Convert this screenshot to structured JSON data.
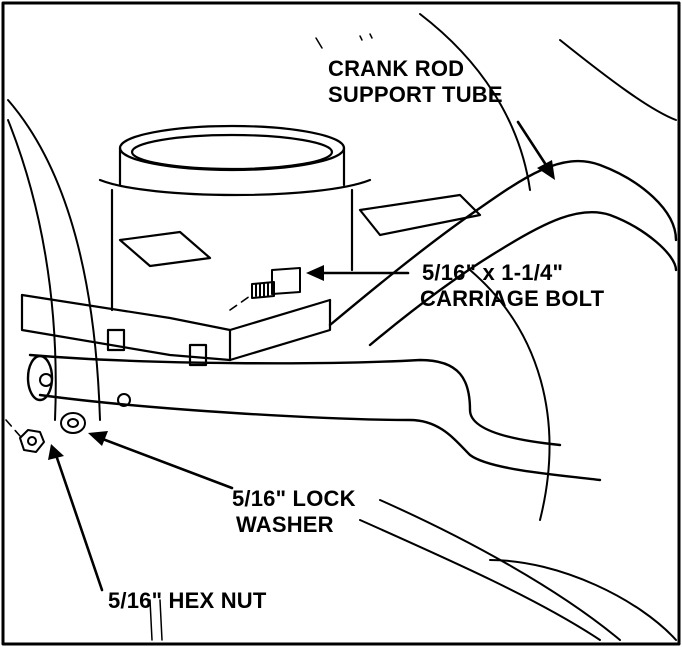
{
  "figure": {
    "ink_color": "#000000",
    "paper_color": "#ffffff",
    "callouts": {
      "crank_rod": {
        "line1": "CRANK ROD",
        "line2": "SUPPORT TUBE"
      },
      "carriage_bolt": {
        "line1": "5/16\" x 1-1/4\"",
        "line2": "CARRIAGE BOLT"
      },
      "lock_washer": {
        "line1": "5/16\" LOCK",
        "line2": "WASHER"
      },
      "hex_nut": {
        "line1": "5/16\" HEX NUT"
      }
    }
  }
}
